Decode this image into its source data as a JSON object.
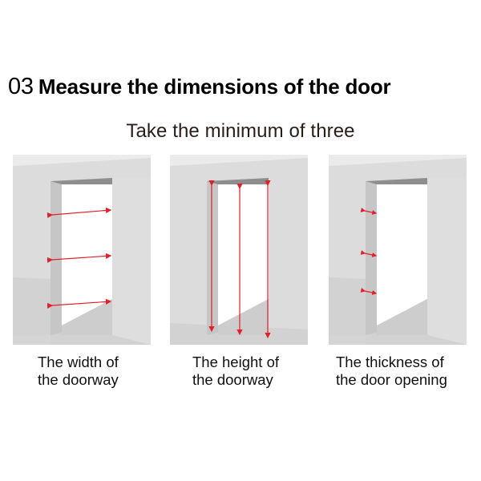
{
  "header": {
    "step_number": "03",
    "title": "Measure the dimensions of the door",
    "subtitle": "Take the minimum of three"
  },
  "colors": {
    "wall": "#dcdcdc",
    "ceiling": "#ebebeb",
    "floor": "#cfcfcf",
    "jamb": "#c4c4c4",
    "header_shadow": "#8c8c8c",
    "opening": "#ffffff",
    "arrow": "#e0202a",
    "subtitle_text": "#2a1d18"
  },
  "panels": [
    {
      "id": "width",
      "caption_line1": "The width of",
      "caption_line2": "the doorway",
      "measurement": "horizontal",
      "arrow_count": 3
    },
    {
      "id": "height",
      "caption_line1": "The height of",
      "caption_line2": "the doorway",
      "measurement": "vertical",
      "arrow_count": 3
    },
    {
      "id": "thickness",
      "caption_line1": "The thickness of",
      "caption_line2": "the door opening",
      "measurement": "depth",
      "arrow_count": 3
    }
  ]
}
